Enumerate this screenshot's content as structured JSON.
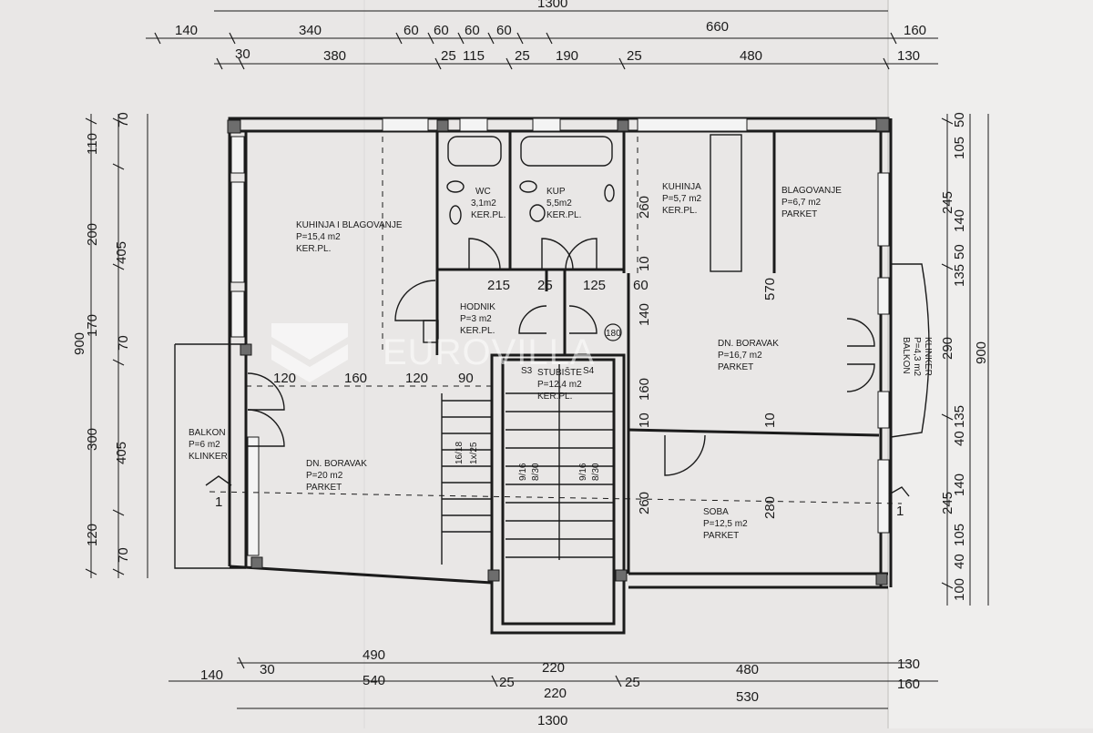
{
  "top_dims": {
    "total": "1300",
    "row1": [
      "140",
      "340",
      "60",
      "60",
      "60",
      "60",
      "660",
      "160"
    ],
    "row2": [
      "30",
      "380",
      "25",
      "115",
      "25",
      "190",
      "25",
      "480",
      "130"
    ]
  },
  "bottom_dims": {
    "row1": [
      "490",
      "220",
      "480",
      "130"
    ],
    "row2": [
      "140",
      "30",
      "540",
      "25",
      "220",
      "25",
      "530",
      "160"
    ],
    "total": "1300"
  },
  "left_dims": {
    "overall": "900",
    "a": [
      "110",
      "200",
      "170",
      "300",
      "120"
    ],
    "b": [
      "405",
      "405"
    ],
    "c": [
      "70",
      "70",
      "70"
    ]
  },
  "right_dims": {
    "overall": "900",
    "a": [
      "50",
      "105",
      "245",
      "140",
      "50",
      "135",
      "290",
      "135",
      "40",
      "245",
      "140",
      "105",
      "40",
      "100"
    ]
  },
  "interior_dims": [
    "120",
    "160",
    "120",
    "90",
    "215",
    "25",
    "125",
    "60",
    "260",
    "140",
    "160",
    "260",
    "570",
    "10",
    "10",
    "10",
    "280",
    "180"
  ],
  "rooms": {
    "kuhinja_blagovanje": {
      "name": "KUHINJA I BLAGOVANJE",
      "area": "P=15,4 m2",
      "floor": "KER.PL."
    },
    "wc": {
      "name": "WC",
      "area": "3,1m2",
      "floor": "KER.PL."
    },
    "kup": {
      "name": "KUP",
      "area": "5,5m2",
      "floor": "KER.PL."
    },
    "kuhinja": {
      "name": "KUHINJA",
      "area": "P=5,7 m2",
      "floor": "KER.PL."
    },
    "blagovanje": {
      "name": "BLAGOVANJE",
      "area": "P=6,7 m2",
      "floor": "PARKET"
    },
    "hodnik": {
      "name": "HODNIK",
      "area": "P=3 m2",
      "floor": "KER.PL."
    },
    "stubiste": {
      "name": "STUBIŠTE",
      "area": "P=12,4 m2",
      "floor": "KER.PL."
    },
    "boravak_right": {
      "name": "DN. BORAVAK",
      "area": "P=16,7 m2",
      "floor": "PARKET"
    },
    "soba": {
      "name": "SOBA",
      "area": "P=12,5 m2",
      "floor": "PARKET"
    },
    "boravak_left": {
      "name": "DN. BORAVAK",
      "area": "P=20 m2",
      "floor": "PARKET"
    },
    "balkon_left": {
      "name": "BALKON",
      "area": "P=6 m2",
      "floor": "KLINKER"
    },
    "balkon_right": {
      "name": "BALKON",
      "area": "P=4,3 m2",
      "floor": "KLINKER"
    }
  },
  "stairs": {
    "s3": "S3",
    "s4": "S4",
    "flight_a": "16/18",
    "flight_b": "1x/25",
    "flight_c": "9/16",
    "flight_d": "8/30",
    "flight_e": "9/16",
    "flight_f": "8/30"
  },
  "section_marks": [
    "1",
    "1"
  ],
  "watermark": "EUROVILLA",
  "colors": {
    "paper": "#e9e7e6",
    "ink": "#1b1b1b",
    "watermark": "#ffffff"
  }
}
